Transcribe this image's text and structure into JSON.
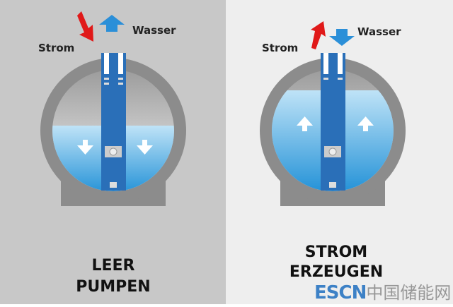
{
  "left": {
    "strom": "Strom",
    "wasser": "Wasser",
    "title_line1": "LEER",
    "title_line2": "PUMPEN",
    "water_level_percent": 48
  },
  "right": {
    "strom": "Strom",
    "wasser": "Wasser",
    "title_line1": "STROM",
    "title_line2": "ERZEUGEN",
    "water_level_percent": 78
  },
  "watermark": {
    "latin": "ESCN",
    "chinese": "中国储能网"
  },
  "colors": {
    "left_bg": "#c8c8c8",
    "right_bg": "#eeeeee",
    "water": "#2a9be0",
    "arrow_red": "#e01919",
    "arrow_blue": "#2b8fd8",
    "shell": "#8c8c8c"
  }
}
